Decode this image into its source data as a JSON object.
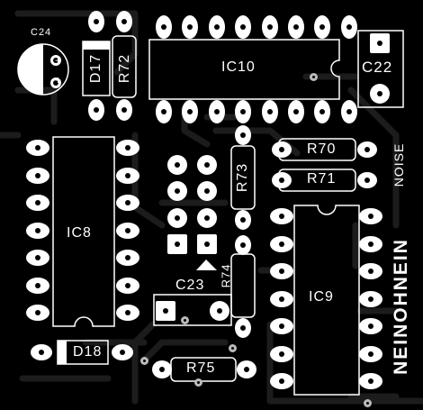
{
  "board": {
    "background": "#000000",
    "silk_color": "#ffffff",
    "trace_color": "#1c1c1c"
  },
  "labels": {
    "ic10": "IC10",
    "ic8": "IC8",
    "ic9": "IC9",
    "c22": "C22",
    "c23": "C23",
    "c24": "C24",
    "d17": "D17",
    "d18": "D18",
    "r70": "R70",
    "r71": "R71",
    "r72": "R72",
    "r73": "R73",
    "r74": "R74",
    "r75": "R75",
    "noise": "NOISE",
    "brand": "NEINOHNEIN",
    "plus1": "+",
    "plus2": "+"
  }
}
